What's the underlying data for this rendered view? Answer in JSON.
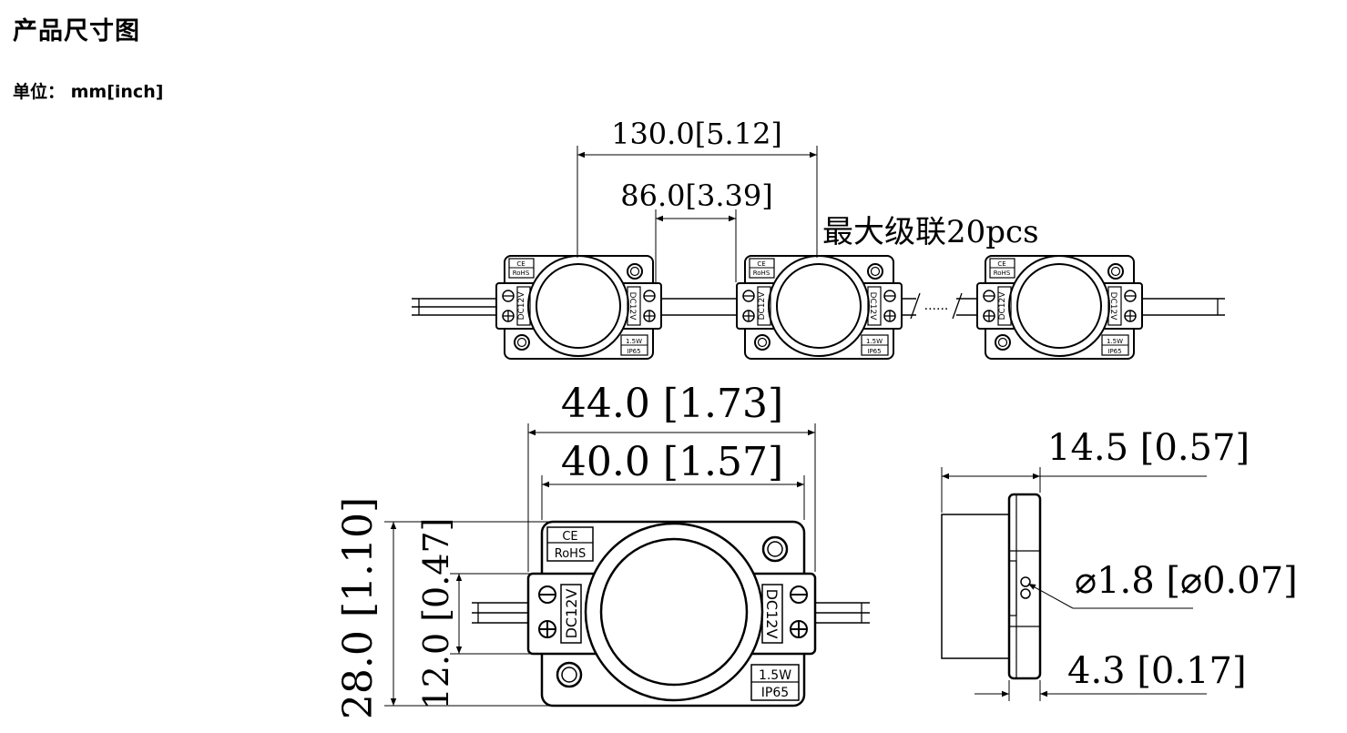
{
  "title": "产品尺寸图",
  "unit": "单位： mm[inch]",
  "top_view": {
    "pitch": "130.0[5.12]",
    "gap": "86.0[3.39]",
    "cascade_note": "最大级联20pcs",
    "dots": "......"
  },
  "module_labels": {
    "ce": "CE",
    "rohs": "RoHS",
    "voltage": "DC12V",
    "power": "1.5W",
    "ip": "IP65"
  },
  "front_view": {
    "overall_width": "44.0 [1.73]",
    "body_width": "40.0 [1.57]",
    "overall_height": "28.0 [1.10]",
    "terminal_height": "12.0 [0.47]"
  },
  "side_view": {
    "depth": "14.5 [0.57]",
    "hole": "⌀1.8 [⌀0.07]",
    "flange": "4.3 [0.17]"
  }
}
